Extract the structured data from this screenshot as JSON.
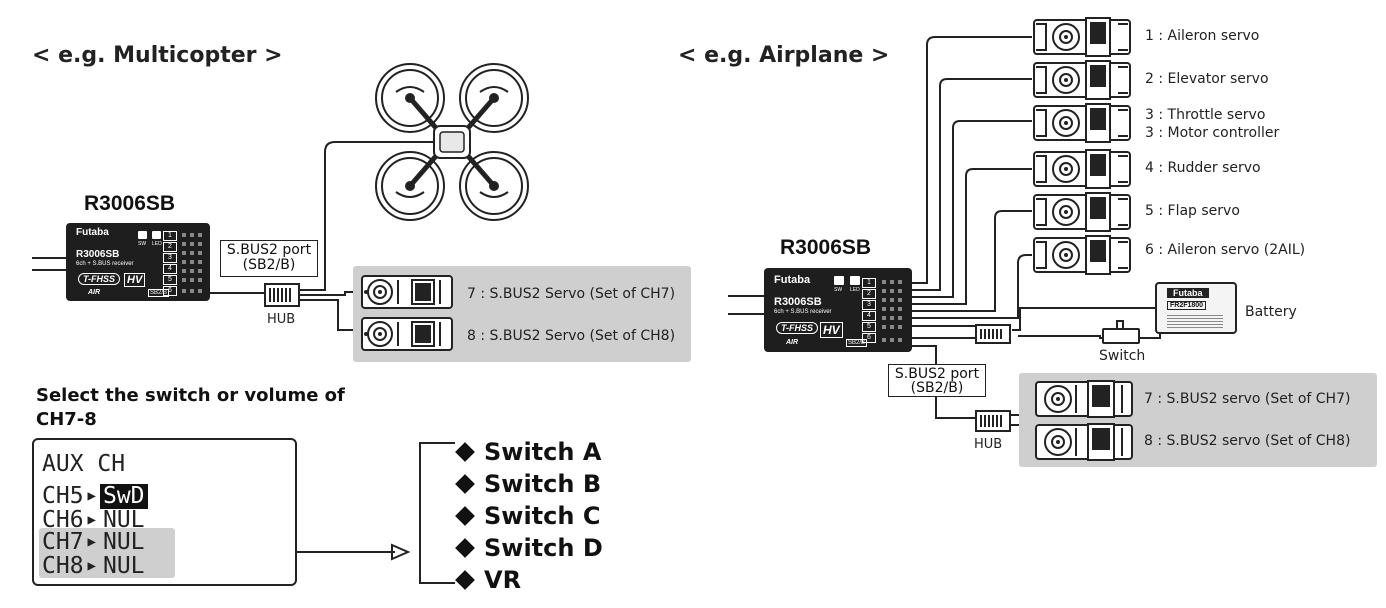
{
  "multicopter": {
    "heading": "< e.g. Multicopter >",
    "receiver_model": "R3006SB",
    "port_label_line1": "S.BUS2 port",
    "port_label_line2": "(SB2/B)",
    "hub_label": "HUB",
    "servo7": "7 : S.BUS2 Servo (Set of CH7)",
    "servo8": "8 : S.BUS2 Servo (Set of CH8)"
  },
  "airplane": {
    "heading": "< e.g. Airplane >",
    "receiver_model": "R3006SB",
    "servos": [
      "1 : Aileron servo",
      "2 : Elevator servo",
      "3 : Throttle servo",
      "3 : Motor controller",
      "4 : Rudder servo",
      "5 : Flap servo",
      "6 : Aileron servo (2AIL)"
    ],
    "battery_label": "Battery",
    "battery_brand": "Futaba",
    "battery_model": "FR2F1800",
    "switch_label": "Switch",
    "port_label_line1": "S.BUS2 port",
    "port_label_line2": "(SB2/B)",
    "hub_label": "HUB",
    "servo7": "7 : S.BUS2 servo (Set of CH7)",
    "servo8": "8 : S.BUS2 servo (Set of CH8)"
  },
  "receiver_face": {
    "brand": "Futaba",
    "model": "R3006SB",
    "subtitle": "6ch + S.BUS receiver",
    "tfhss": "T-FHSS",
    "air": "AIR",
    "hv": "HV",
    "sw": "SW",
    "led": "LED",
    "channels": [
      "1",
      "2",
      "3",
      "4",
      "5",
      "6"
    ],
    "sb2": "SB2/B"
  },
  "selector": {
    "title_line1": "Select the switch or volume of",
    "title_line2": "CH7-8",
    "lcd_title": "AUX CH",
    "rows": [
      {
        "ch": "CH5",
        "value": "SwD"
      },
      {
        "ch": "CH6",
        "value": "NUL"
      },
      {
        "ch": "CH7",
        "value": "NUL"
      },
      {
        "ch": "CH8",
        "value": "NUL"
      }
    ],
    "options": [
      "Switch A",
      "Switch B",
      "Switch C",
      "Switch D",
      "VR"
    ]
  }
}
